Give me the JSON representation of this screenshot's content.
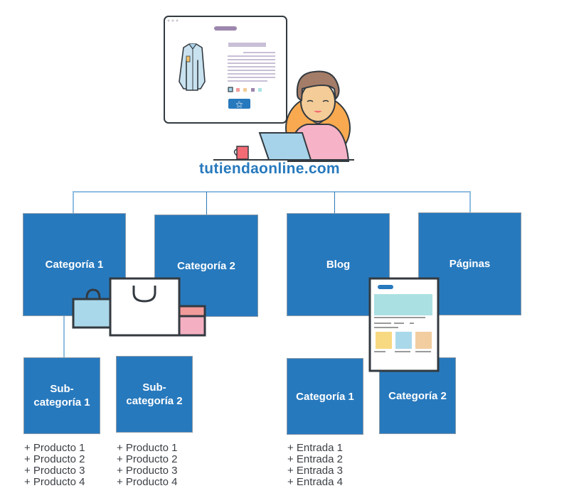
{
  "header": {
    "site_name": "tutiendaonline.com",
    "illustration": "shop-owner-with-laptop-and-product-page"
  },
  "colors": {
    "box_fill": "#2779bd",
    "connector_light": "#8fbde0",
    "connector_dark": "#2b78b5",
    "text_list": "#3b3f44",
    "site_name": "#2779bd"
  },
  "level1": [
    {
      "label": "Categoría 1"
    },
    {
      "label": "Categoría 2"
    },
    {
      "label": "Blog"
    },
    {
      "label": "Páginas"
    }
  ],
  "level2": [
    {
      "label": "Sub-\ncategoría 1",
      "line1": "Sub-",
      "line2": "categoría 1",
      "items": [
        "+ Producto 1",
        "+ Producto 2",
        "+ Producto 3",
        "+ Producto 4"
      ]
    },
    {
      "label": "Sub-\ncategoría 2",
      "line1": "Sub-",
      "line2": "categoría 2",
      "items": [
        "+ Producto 1",
        "+ Producto 2",
        "+ Producto 3",
        "+ Producto 4"
      ]
    },
    {
      "label": "Categoría 1",
      "items": [
        "+ Entrada 1",
        "+ Entrada 2",
        "+ Entrada 3",
        "+ Entrada 4"
      ]
    },
    {
      "label": "Categoría 2",
      "items": []
    }
  ],
  "icons": {
    "shopping_bags": "shopping-bags-icon",
    "blog_page": "blog-page-icon",
    "shirt": "shirt-icon",
    "buy_button": "cart-button-icon"
  }
}
